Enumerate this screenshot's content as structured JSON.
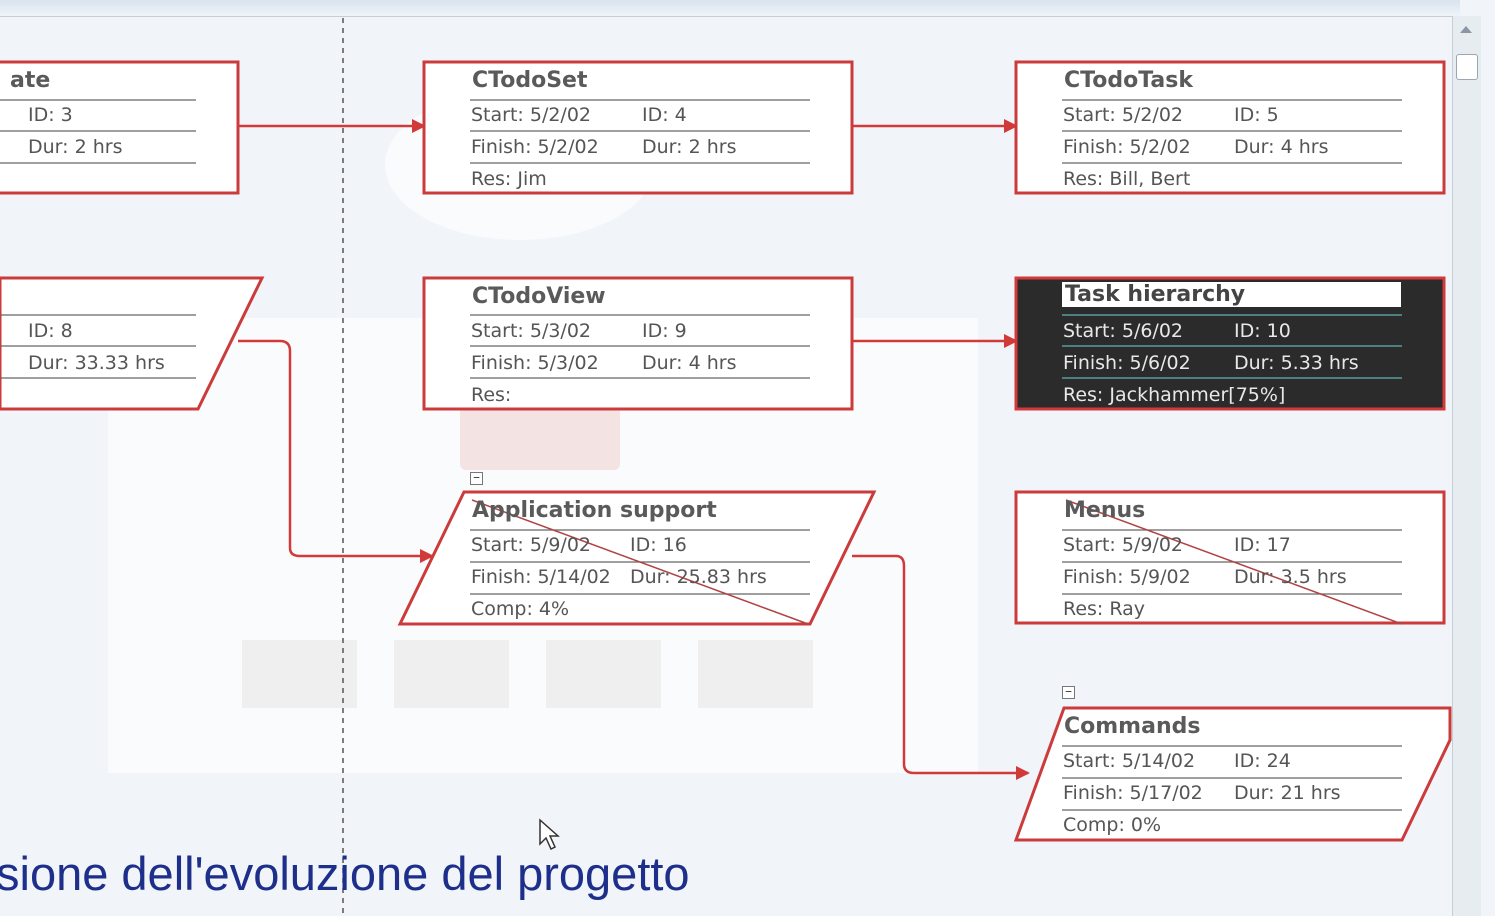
{
  "nodes": {
    "partial": {
      "title": "ate",
      "id": "ID:  3",
      "dur": "Dur: 2 hrs"
    },
    "summary_left": {
      "id": "ID:  8",
      "dur": "Dur: 33.33 hrs"
    },
    "ctodoset": {
      "title": "CTodoSet",
      "start": "Start:  5/2/02",
      "id": "ID:   4",
      "finish": "Finish: 5/2/02",
      "dur": "Dur: 2 hrs",
      "res": "Res:    Jim"
    },
    "ctodotask": {
      "title": "CTodoTask",
      "start": "Start:  5/2/02",
      "id": "ID:   5",
      "finish": "Finish: 5/2/02",
      "dur": "Dur: 4 hrs",
      "res": "Res:    Bill, Bert"
    },
    "ctodoview": {
      "title": "CTodoView",
      "start": "Start:  5/3/02",
      "id": "ID:   9",
      "finish": "Finish: 5/3/02",
      "dur": "Dur: 4 hrs",
      "res": "Res:"
    },
    "task_hierarchy": {
      "title": "Task hierarchy",
      "start": "Start:  5/6/02",
      "id": "ID:   10",
      "finish": "Finish: 5/6/02",
      "dur": "Dur: 5.33 hrs",
      "res": "Res:    Jackhammer[75%]"
    },
    "app_support": {
      "title": "Application support",
      "start": "Start:  5/9/02",
      "id": "ID:   16",
      "finish": "Finish: 5/14/02",
      "dur": "Dur: 25.83 hrs",
      "comp": "Comp: 4%"
    },
    "menus": {
      "title": "Menus",
      "start": "Start:  5/9/02",
      "id": "ID:   17",
      "finish": "Finish: 5/9/02",
      "dur": "Dur: 3.5 hrs",
      "res": "Res:    Ray"
    },
    "commands": {
      "title": "Commands",
      "start": "Start:  5/14/02",
      "id": "ID:   24",
      "finish": "Finish: 5/17/02",
      "dur": "Dur: 21 hrs",
      "comp": "Comp: 0%"
    }
  },
  "collapse_glyph": "−",
  "caption": "sione dell'evoluzione del progetto",
  "colors": {
    "border": "#cc3b3b",
    "selected_bg": "#2b2b2b",
    "caption": "#1d2f8a"
  }
}
